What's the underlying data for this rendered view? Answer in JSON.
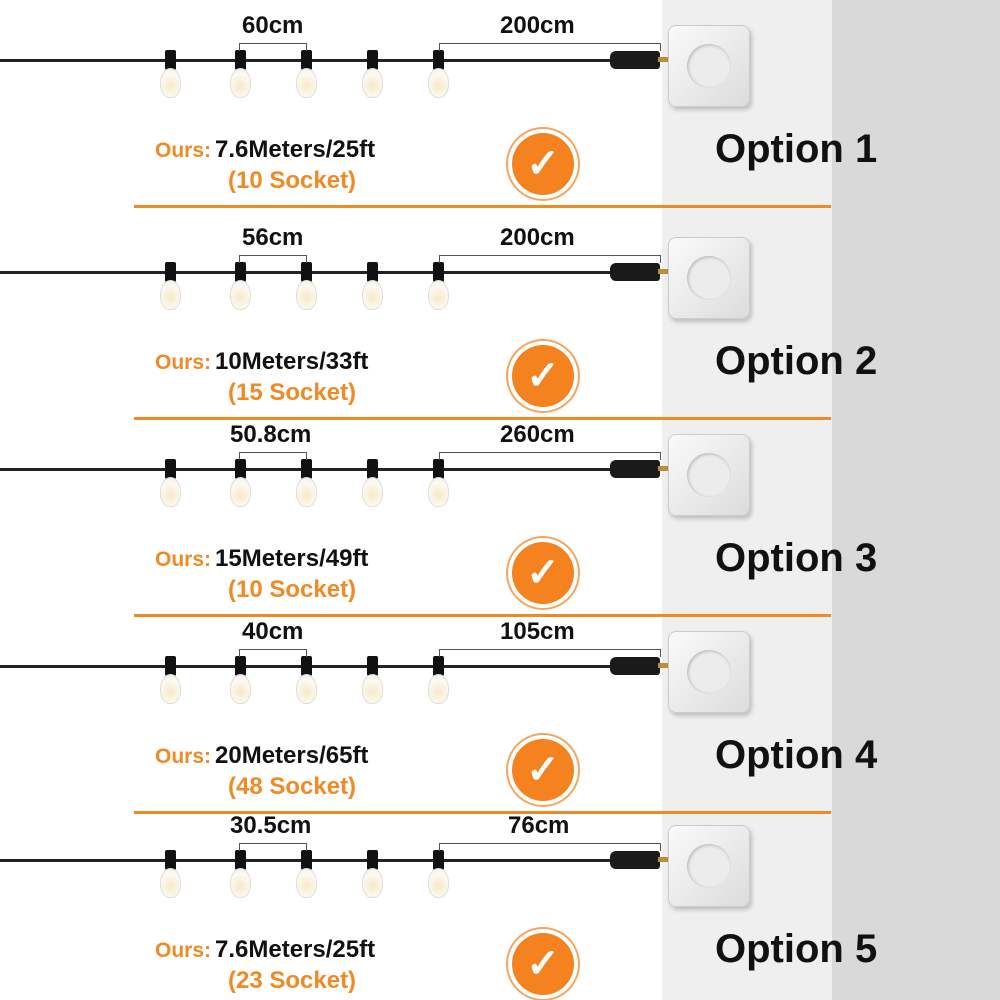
{
  "accent_color": "#f08a24",
  "ours_label": "Ours:",
  "options": [
    {
      "title": "Option 1",
      "spacing": "60cm",
      "lead": "200cm",
      "length": "7.6Meters/25ft",
      "sockets": "(10 Socket)"
    },
    {
      "title": "Option 2",
      "spacing": "56cm",
      "lead": "200cm",
      "length": "10Meters/33ft",
      "sockets": "(15 Socket)"
    },
    {
      "title": "Option 3",
      "spacing": "50.8cm",
      "lead": "260cm",
      "length": "15Meters/49ft",
      "sockets": "(10 Socket)"
    },
    {
      "title": "Option 4",
      "spacing": "40cm",
      "lead": "105cm",
      "length": "20Meters/65ft",
      "sockets": "(48 Socket)"
    },
    {
      "title": "Option 5",
      "spacing": "30.5cm",
      "lead": "76cm",
      "length": "7.6Meters/25ft",
      "sockets": "(23 Socket)"
    }
  ]
}
